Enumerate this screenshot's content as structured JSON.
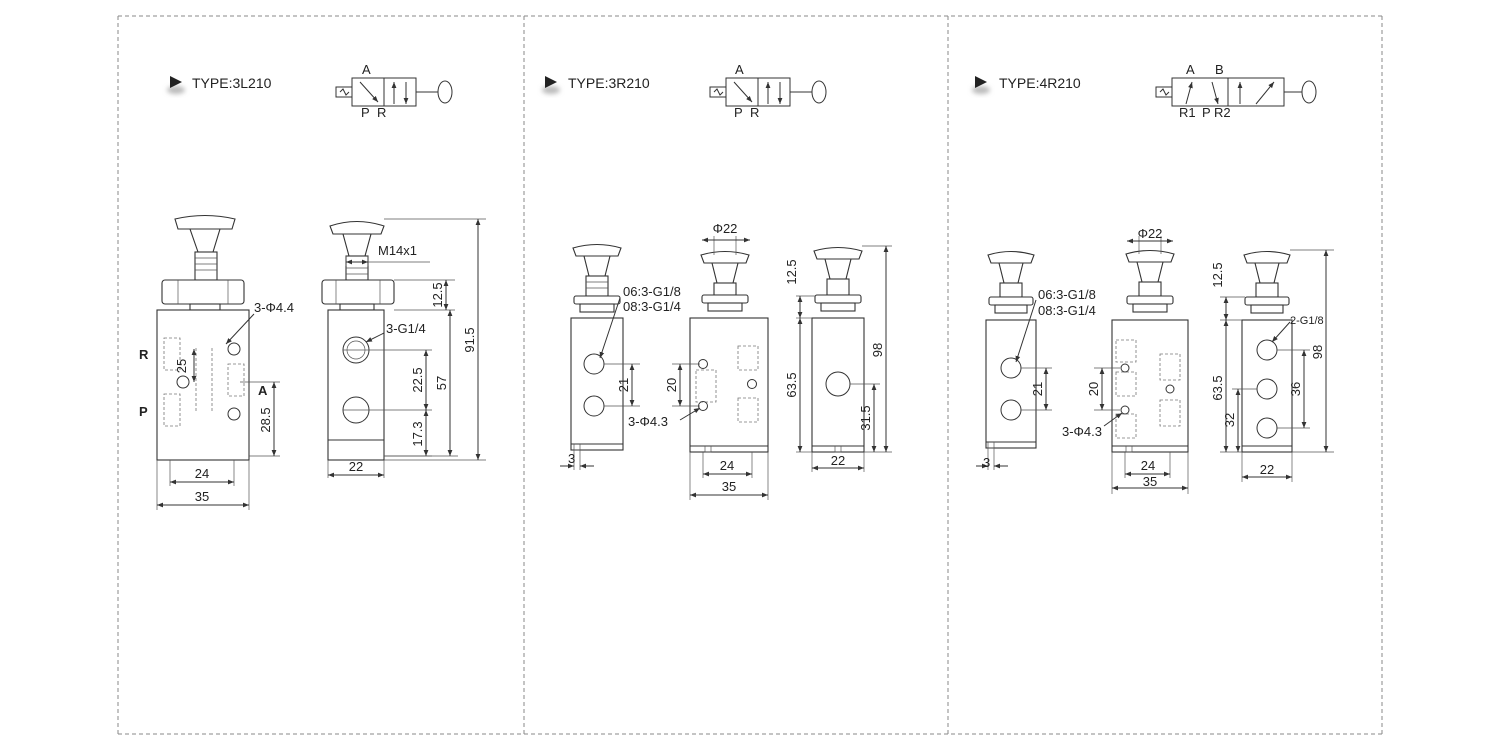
{
  "panels": [
    {
      "type_label": "TYPE:3L210",
      "symbol": {
        "ports_top": [
          "A"
        ],
        "ports_bottom": [
          "P",
          "R"
        ]
      },
      "views": {
        "hole_callout": "3-Φ4.4",
        "thread_callout": "3-G1/4",
        "thread_spec": "M14x1",
        "port_labels": {
          "r": "R",
          "p": "P",
          "a": "A"
        },
        "dims": {
          "d25": "25",
          "d28_5": "28.5",
          "w24": "24",
          "w35": "35",
          "w22": "22",
          "d12_5": "12.5",
          "d22_5": "22.5",
          "d17_3": "17.3",
          "d57": "57",
          "d91_5": "91.5"
        }
      }
    },
    {
      "type_label": "TYPE:3R210",
      "symbol": {
        "ports_top": [
          "A"
        ],
        "ports_bottom": [
          "P",
          "R"
        ]
      },
      "views": {
        "port_callout_1": "06:3-G1/8",
        "port_callout_2": "08:3-G1/4",
        "hole_callout": "3-Φ4.3",
        "dia_callout": "Φ22",
        "dims": {
          "d21": "21",
          "d3": "3",
          "d20": "20",
          "w24": "24",
          "w35": "35",
          "d12_5": "12.5",
          "d63_5": "63.5",
          "d98": "98",
          "d31_5": "31.5",
          "w22": "22"
        }
      }
    },
    {
      "type_label": "TYPE:4R210",
      "symbol": {
        "ports_top": [
          "A",
          "B"
        ],
        "ports_bottom": [
          "R1",
          "P",
          "R2"
        ]
      },
      "views": {
        "port_callout_1": "06:3-G1/8",
        "port_callout_2": "08:3-G1/4",
        "hole_callout": "3-Φ4.3",
        "dia_callout": "Φ22",
        "thread_callout": "2-G1/8",
        "dims": {
          "d21": "21",
          "d3": "3",
          "d20": "20",
          "w24": "24",
          "w35": "35",
          "d12_5": "12.5",
          "d63_5": "63.5",
          "d98": "98",
          "d36": "36",
          "d32": "32",
          "w22": "22"
        }
      }
    }
  ]
}
